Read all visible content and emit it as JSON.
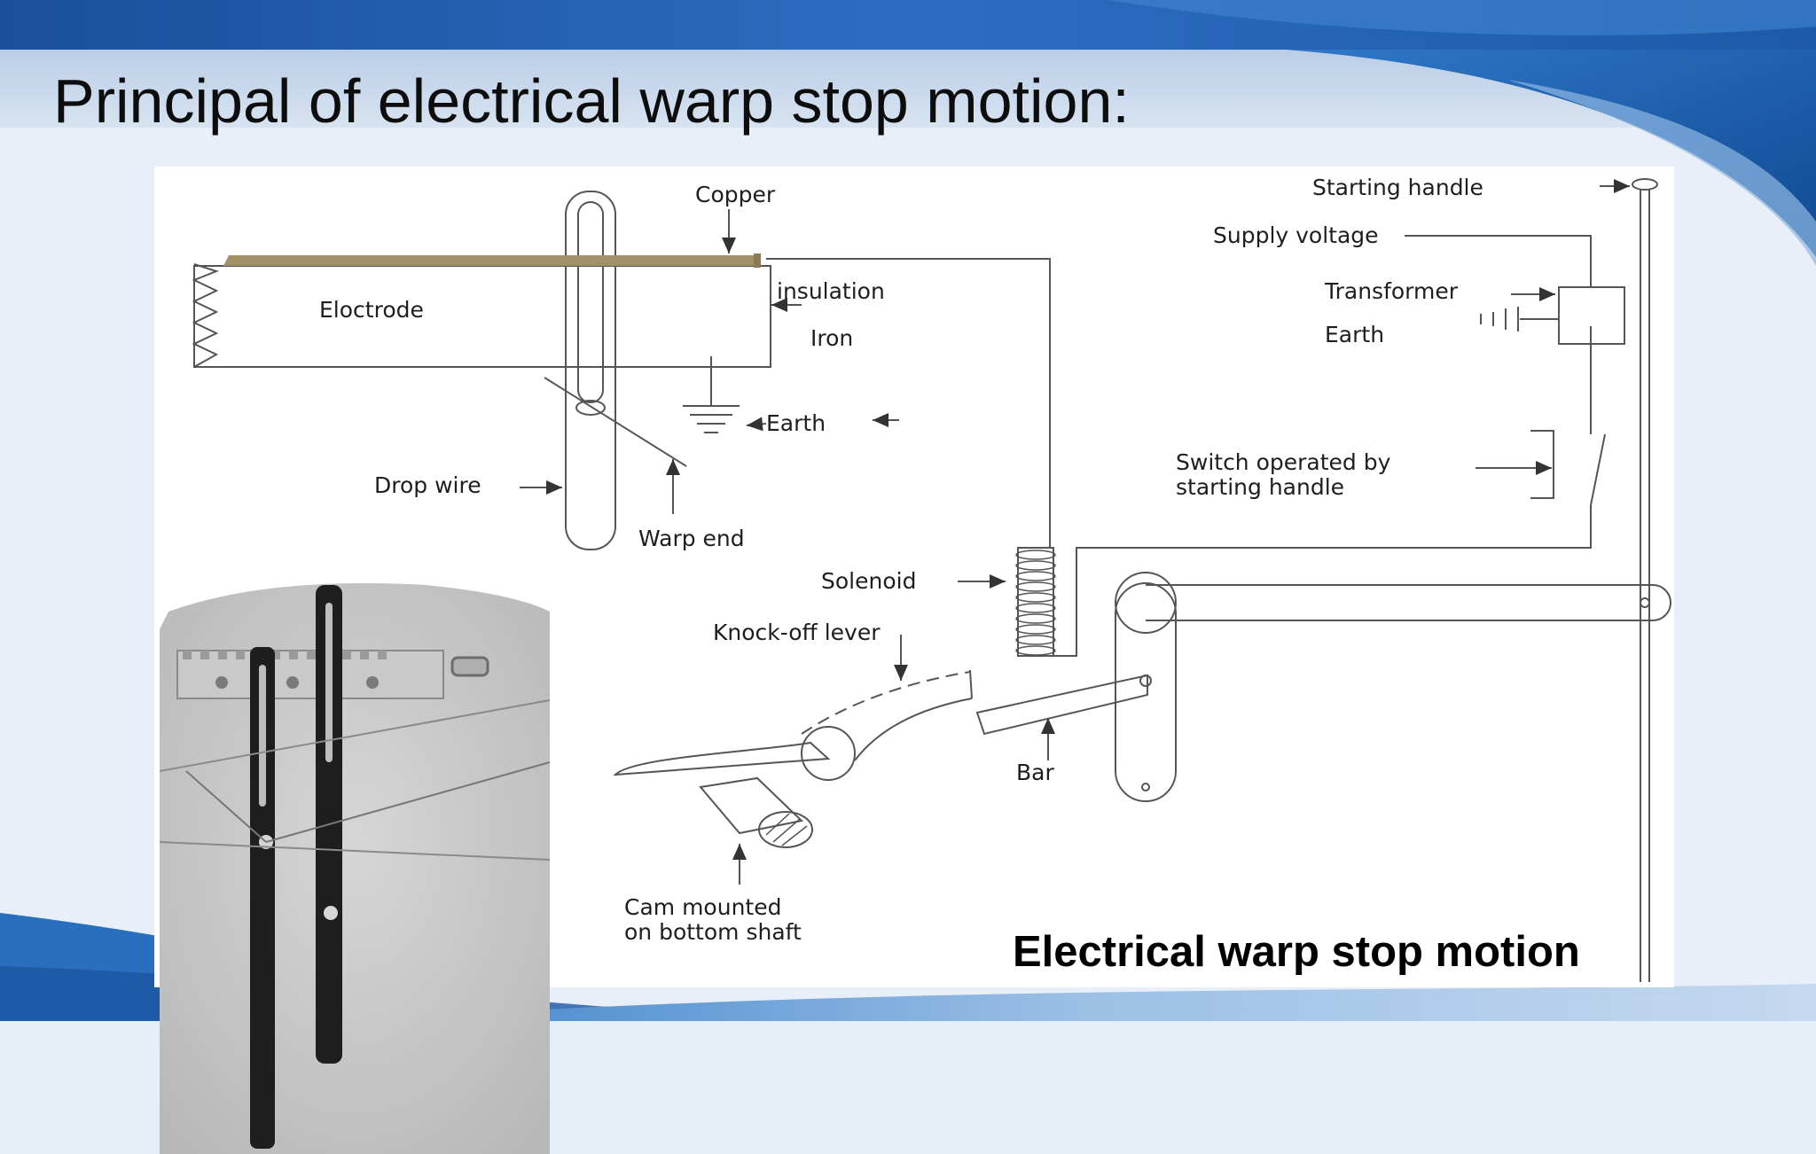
{
  "slide": {
    "title": "Principal of electrical warp stop motion:"
  },
  "diagram": {
    "caption": "Electrical warp stop motion",
    "labels": {
      "copper": "Copper",
      "electrode": "Eloctrode",
      "insulation": "insulation",
      "iron": "Iron",
      "earth_top": "Earth",
      "drop_wire": "Drop wire",
      "warp_end": "Warp end",
      "solenoid": "Solenoid",
      "knock_off_lever": "Knock-off lever",
      "bar": "Bar",
      "cam_line1": "Cam mounted",
      "cam_line2": "on bottom shaft",
      "starting_handle": "Starting handle",
      "supply_voltage": "Supply voltage",
      "transformer": "Transformer",
      "earth_right": "Earth",
      "switch_line1": "Switch operated by",
      "switch_line2": "starting handle"
    }
  },
  "colors": {
    "title_text": "#0d0d0d",
    "header_band": "#1d5fae",
    "copper_strip": "#a39068",
    "line_art": "#555555"
  }
}
